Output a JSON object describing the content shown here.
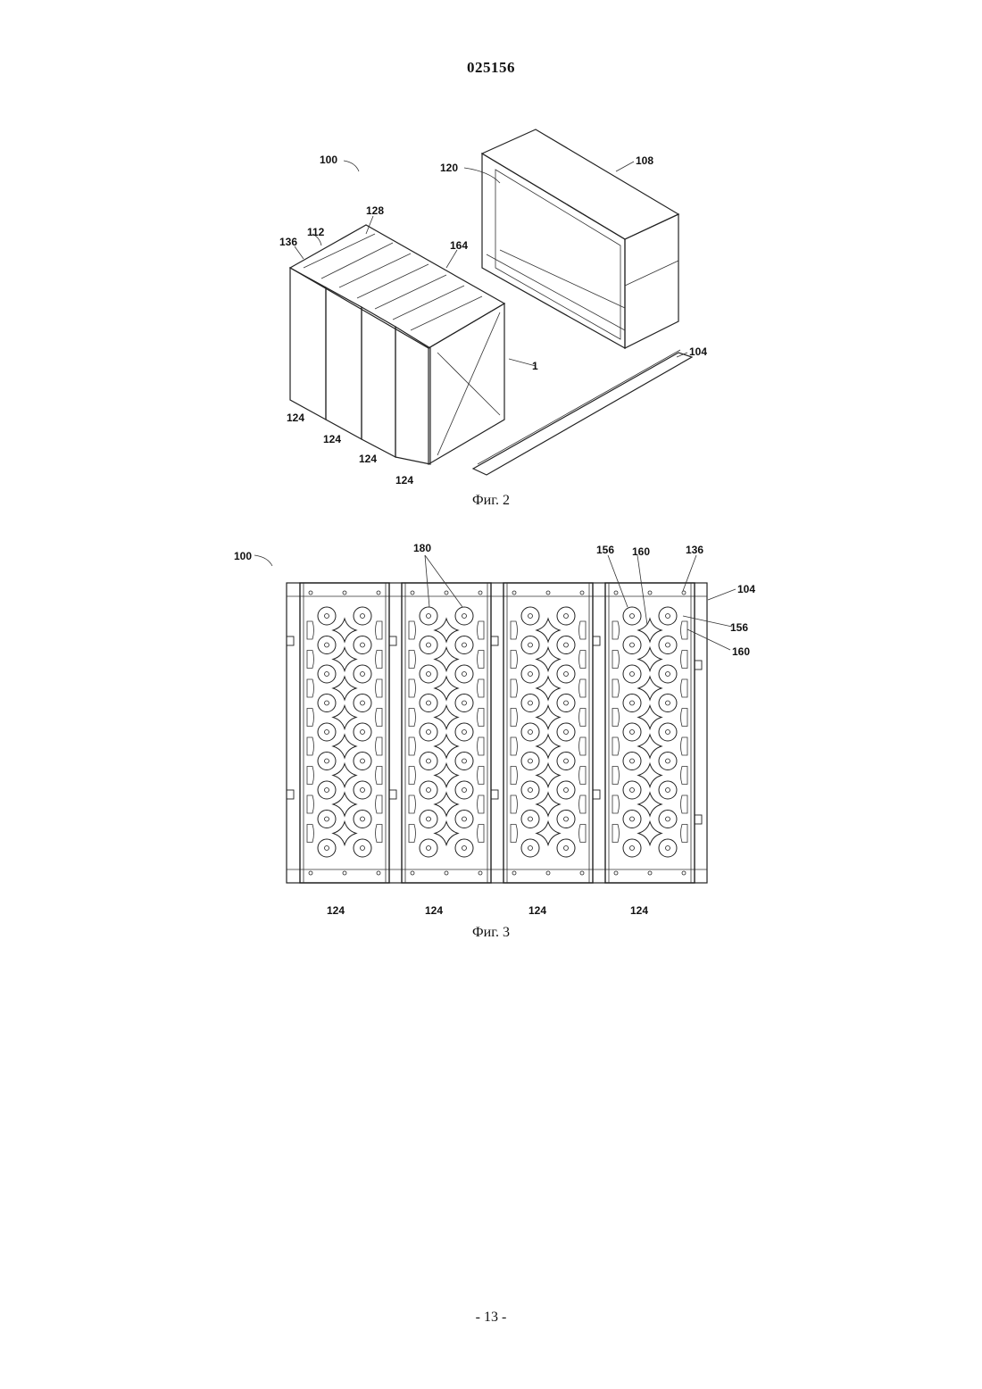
{
  "header": {
    "document_number": "025156"
  },
  "figure2": {
    "caption": "Фиг. 2",
    "labels": {
      "l100": "100",
      "l120": "120",
      "l108": "108",
      "l128": "128",
      "l112": "112",
      "l136": "136",
      "l164": "164",
      "l1": "1",
      "l104": "104",
      "l124a": "124",
      "l124b": "124",
      "l124c": "124",
      "l124d": "124"
    }
  },
  "figure3": {
    "caption": "Фиг. 3",
    "labels": {
      "l100": "100",
      "l180": "180",
      "l156a": "156",
      "l160a": "160",
      "l136": "136",
      "l104": "104",
      "l156b": "156",
      "l160b": "160",
      "l124a": "124",
      "l124b": "124",
      "l124c": "124",
      "l124d": "124"
    }
  },
  "footer": {
    "page": "- 13 -"
  }
}
